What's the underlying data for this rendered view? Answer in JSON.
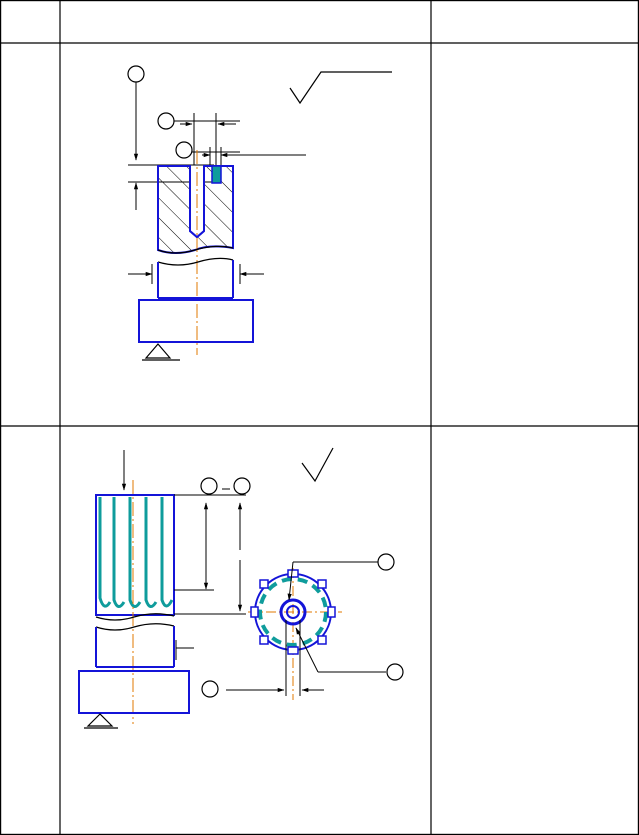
{
  "table": {
    "header": [
      "",
      "",
      ""
    ],
    "rows": [
      {
        "step": "",
        "notes": ""
      },
      {
        "step": "",
        "notes": ""
      }
    ]
  },
  "colors": {
    "grid": "#000000",
    "part_outline": "#1414d8",
    "centerline": "#e07a00",
    "machined_surface": "#0f9c9c",
    "hatch": "#000000",
    "dimension": "#000000"
  },
  "balloons": {
    "step1": [
      "",
      "",
      ""
    ],
    "step2": [
      "",
      "",
      "",
      "",
      ""
    ]
  },
  "icons": [
    "roughness-symbol",
    "clamp-triangle",
    "dimension-arrow",
    "balloon"
  ]
}
